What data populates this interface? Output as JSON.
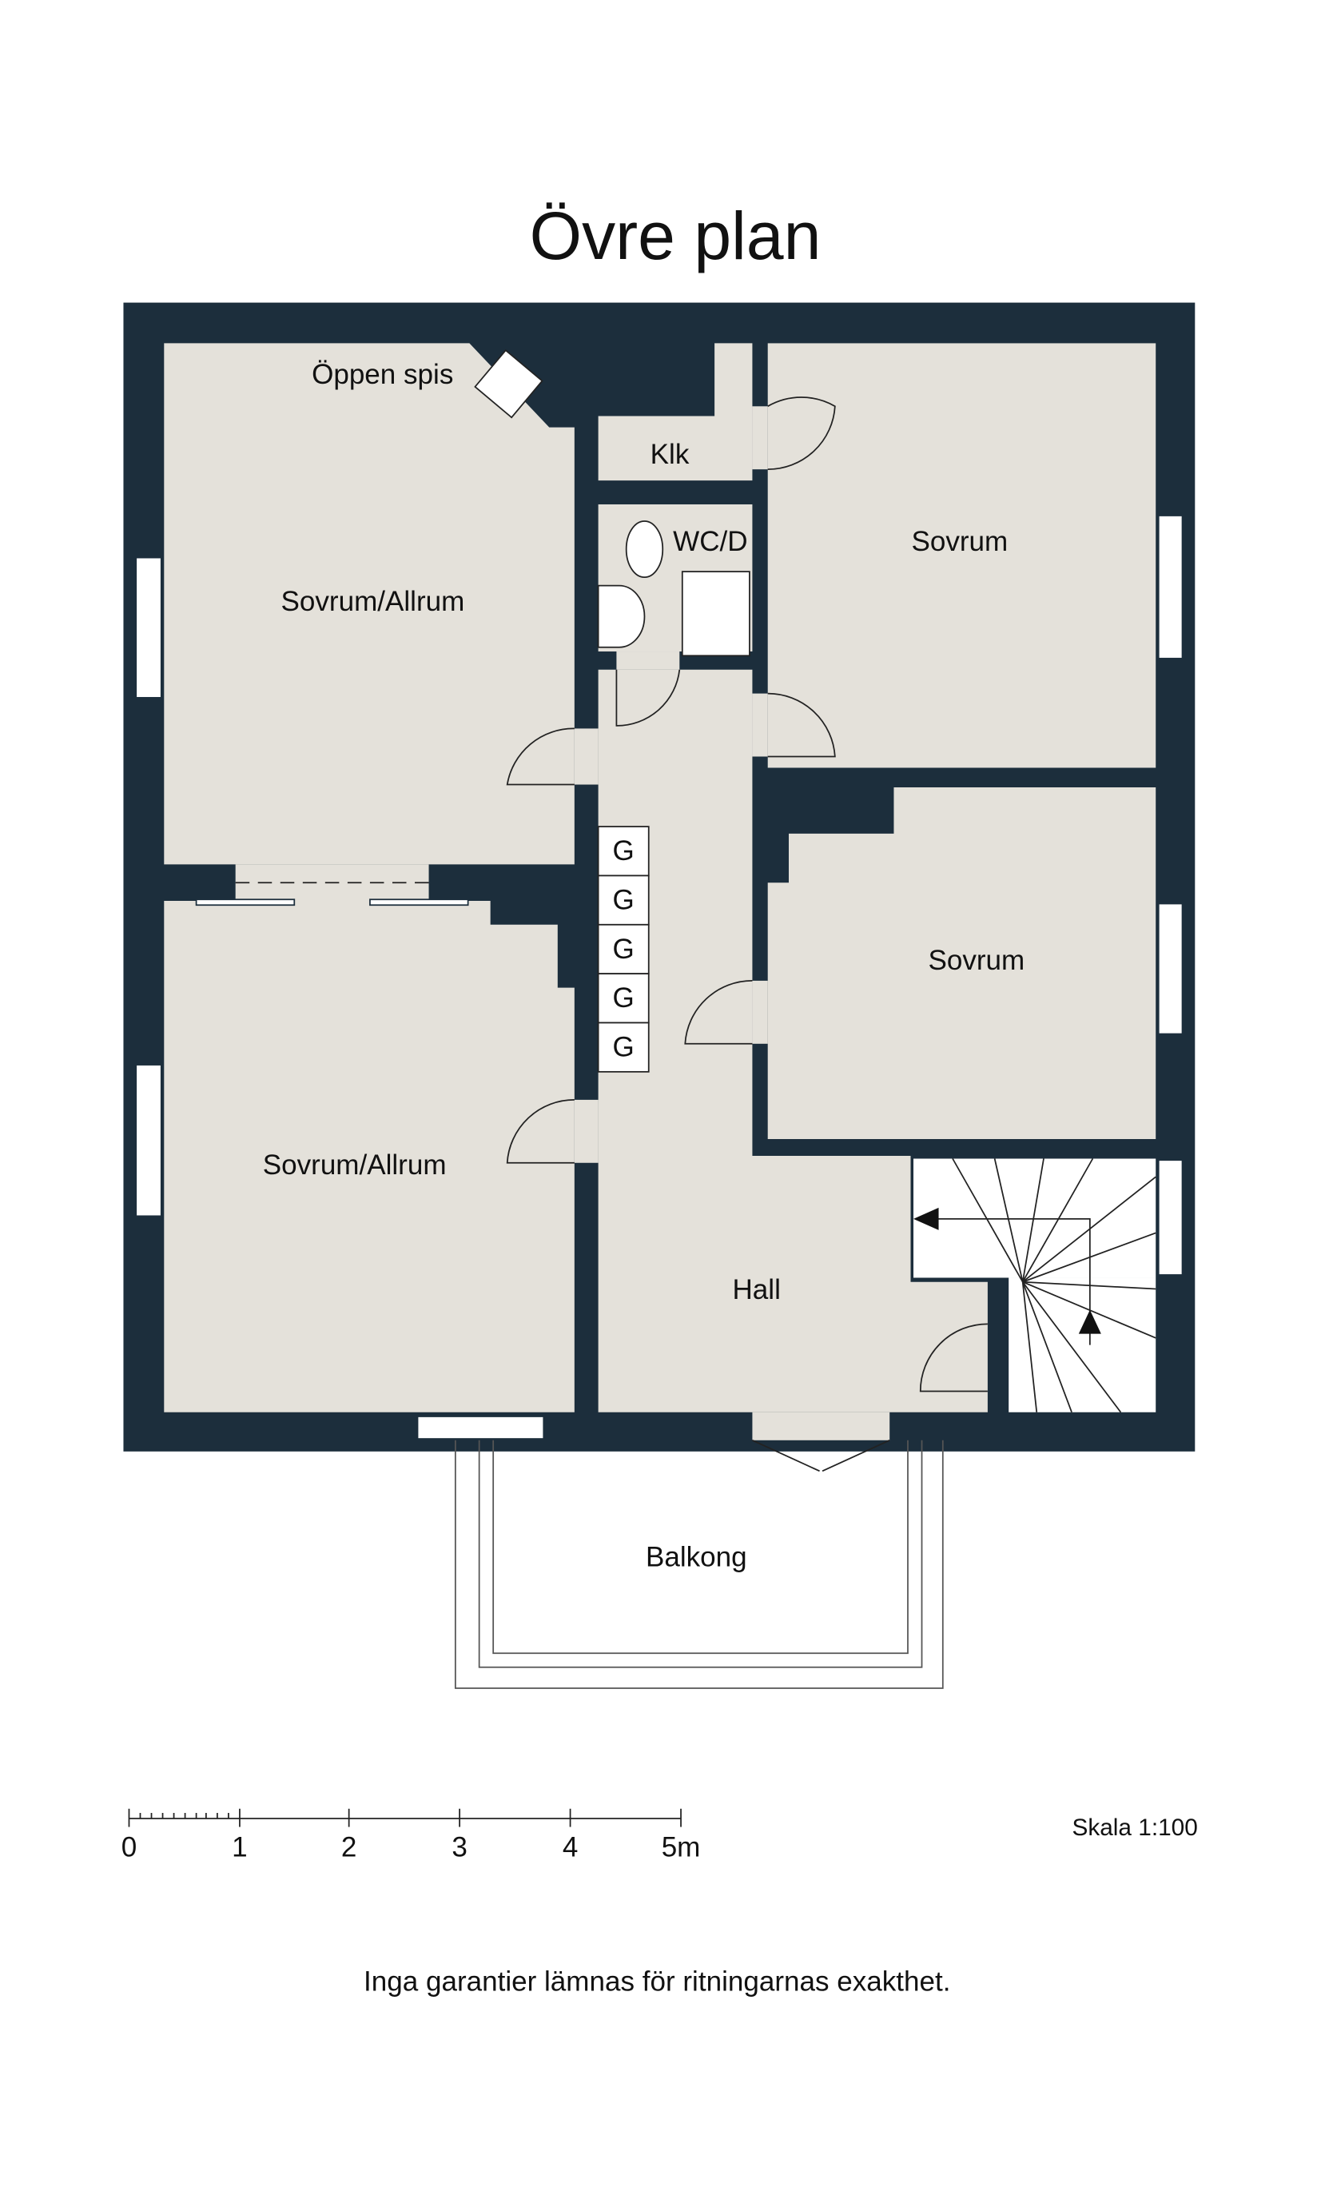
{
  "title": "Övre plan",
  "colors": {
    "wall": "#1c2e3c",
    "floor": "#e4e1da"
  },
  "rooms": {
    "fireplace": "Öppen spis",
    "bedroom_family_top": "Sovrum/Allrum",
    "bedroom_family_bottom": "Sovrum/Allrum",
    "closet": "Klk",
    "wc": "WC/D",
    "bedroom_top_right": "Sovrum",
    "bedroom_mid_right": "Sovrum",
    "hall": "Hall",
    "balcony": "Balkong"
  },
  "wardrobes": [
    "G",
    "G",
    "G",
    "G",
    "G"
  ],
  "scale_bar": {
    "ticks": [
      "0",
      "1",
      "2",
      "3",
      "4",
      "5m"
    ],
    "scale_label": "Skala 1:100"
  },
  "disclaimer": "Inga garantier lämnas för ritningarnas exakthet."
}
